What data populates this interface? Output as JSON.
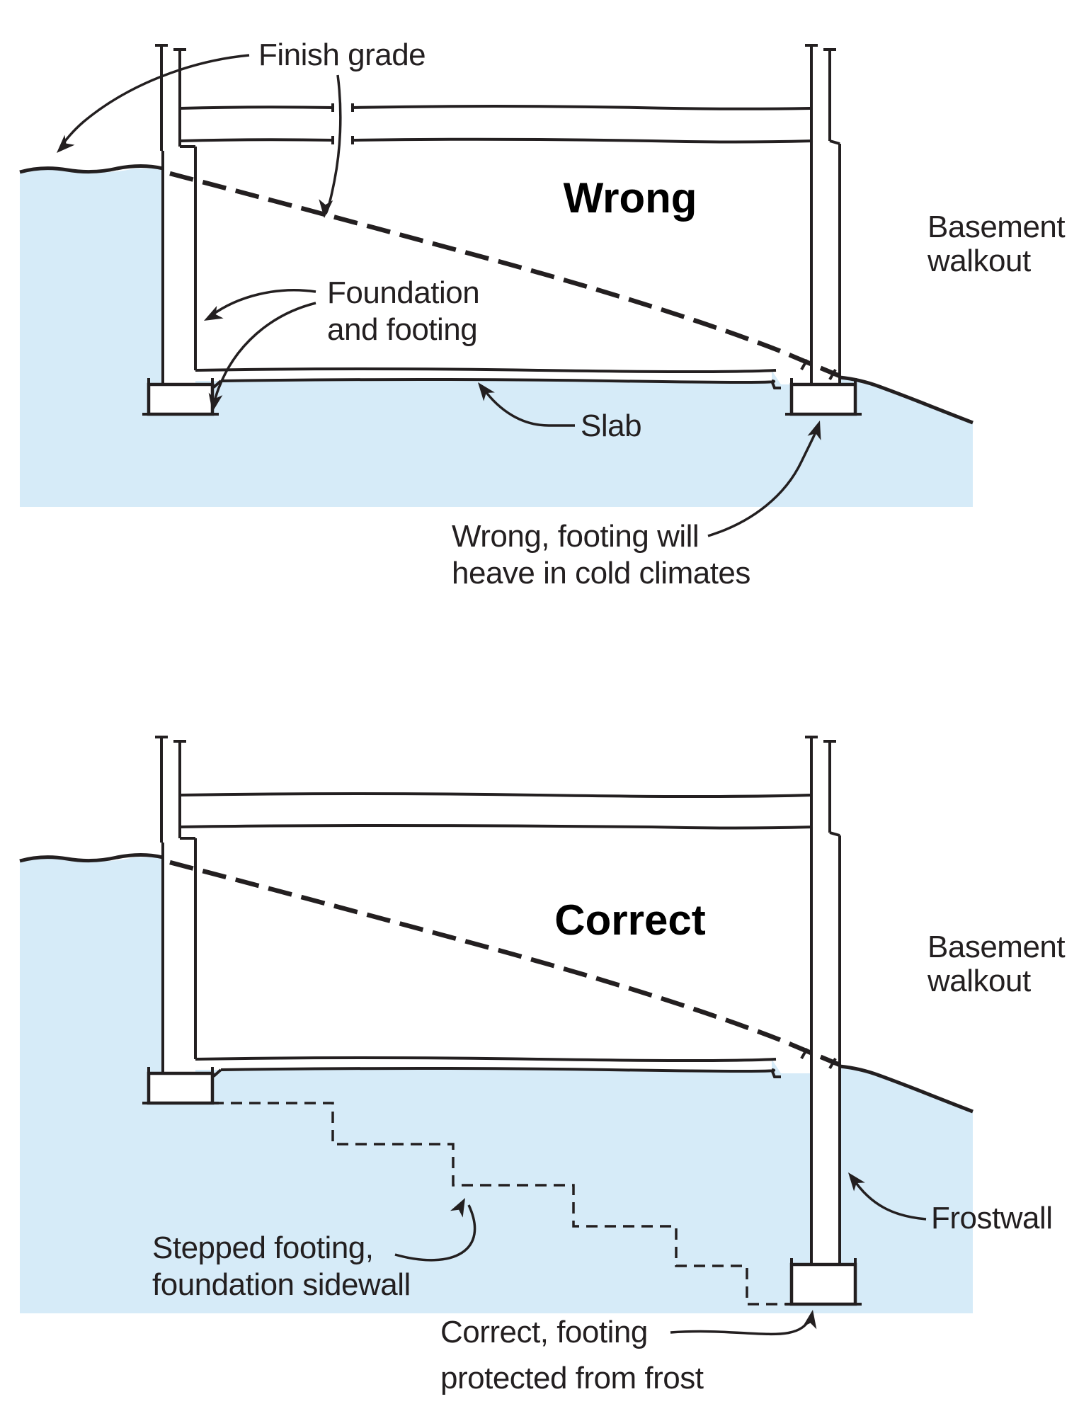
{
  "colors": {
    "ink": "#231f20",
    "soil_fill": "#d6ebf8",
    "title_color": "#000000"
  },
  "top_diagram": {
    "title": "Wrong",
    "labels": {
      "finish_grade": "Finish grade",
      "foundation_line1": "Foundation",
      "foundation_line2": "and footing",
      "slab": "Slab",
      "note_line1": "Wrong, footing will",
      "note_line2": "heave in cold climates",
      "basement_line1": "Basement",
      "basement_line2": "walkout"
    }
  },
  "bottom_diagram": {
    "title": "Correct",
    "labels": {
      "stepped_line1": "Stepped footing,",
      "stepped_line2": "foundation sidewall",
      "frostwall": "Frostwall",
      "note_line1": "Correct, footing",
      "note_line2": "protected from frost",
      "basement_line1": "Basement",
      "basement_line2": "walkout"
    }
  }
}
